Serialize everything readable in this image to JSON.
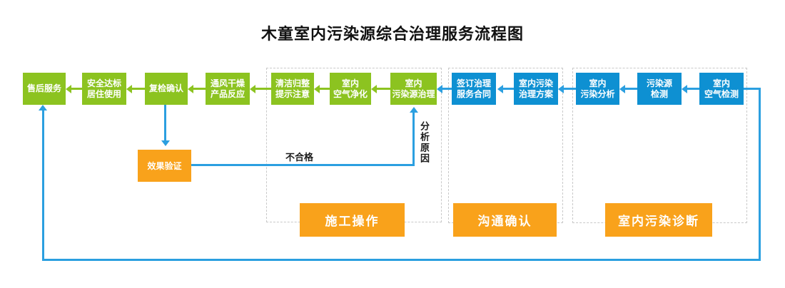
{
  "title": "木童室内污染源综合治理服务流程图",
  "colors": {
    "node_green": "#8CC320",
    "node_blue": "#0E90D2",
    "orange": "#F9A21B",
    "line_blue": "#2B9FE0"
  },
  "nodes": [
    {
      "label": "售后服务",
      "type": "green"
    },
    {
      "label": "安全达标\n居住使用",
      "type": "green"
    },
    {
      "label": "复检确认",
      "type": "green"
    },
    {
      "label": "通风干燥\n产品反应",
      "type": "green"
    },
    {
      "label": "清洁归整\n提示注意",
      "type": "green"
    },
    {
      "label": "室内\n空气净化",
      "type": "green"
    },
    {
      "label": "室内\n污染源治理",
      "type": "green"
    },
    {
      "label": "签订治理\n服务合同",
      "type": "blue"
    },
    {
      "label": "室内污染\n治理方案",
      "type": "blue"
    },
    {
      "label": "室内\n污染分析",
      "type": "blue"
    },
    {
      "label": "污染源\n检测",
      "type": "blue"
    },
    {
      "label": "室内\n空气检测",
      "type": "blue"
    }
  ],
  "verify_node": {
    "label": "效果验证"
  },
  "groups": [
    {
      "label": "施工操作"
    },
    {
      "label": "沟通确认"
    },
    {
      "label": "室内污染诊断"
    }
  ],
  "edge_labels": {
    "fail": "不合格",
    "analyze_reason": "分析原因"
  }
}
